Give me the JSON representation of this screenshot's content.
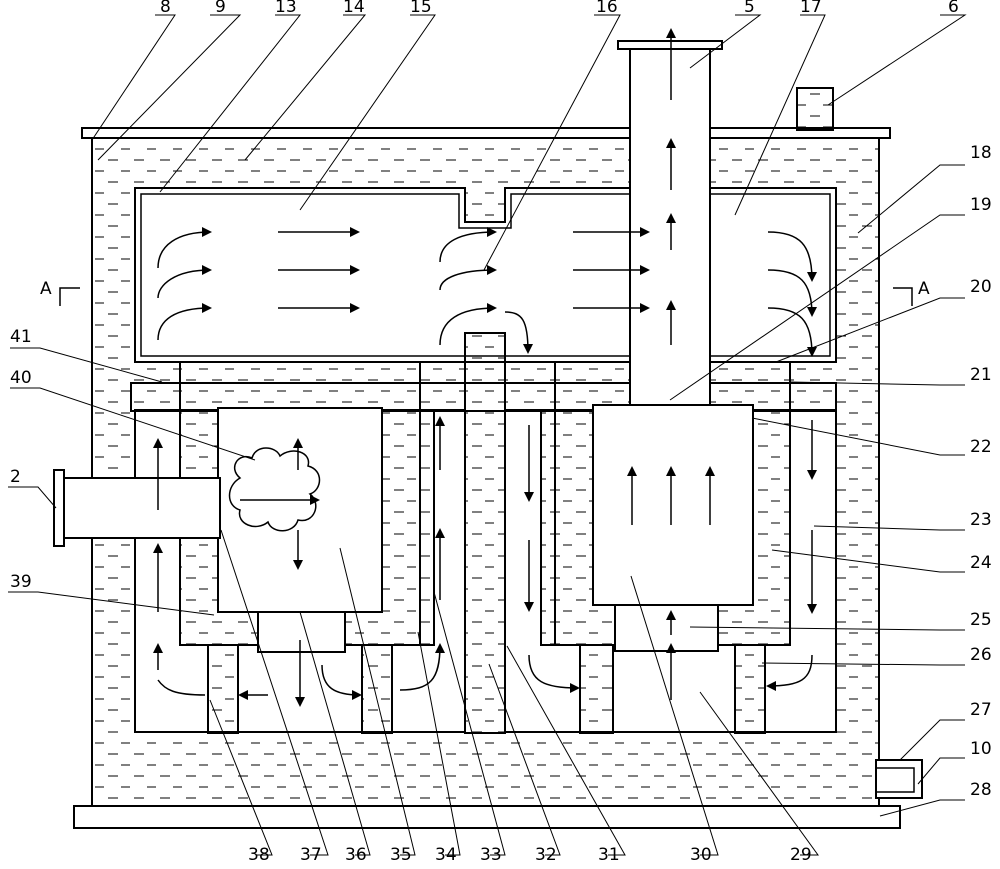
{
  "diagram": {
    "section_marker": "A",
    "callout_labels": [
      "8",
      "9",
      "13",
      "14",
      "15",
      "16",
      "5",
      "17",
      "6",
      "18",
      "19",
      "20",
      "41",
      "21",
      "40",
      "22",
      "2",
      "23",
      "24",
      "39",
      "25",
      "26",
      "27",
      "10",
      "28",
      "38",
      "37",
      "36",
      "35",
      "34",
      "33",
      "32",
      "31",
      "30",
      "29"
    ]
  },
  "colors": {
    "line": "#000000",
    "water_fill": "#ffffff",
    "chamber_fill": "#ffffff"
  }
}
